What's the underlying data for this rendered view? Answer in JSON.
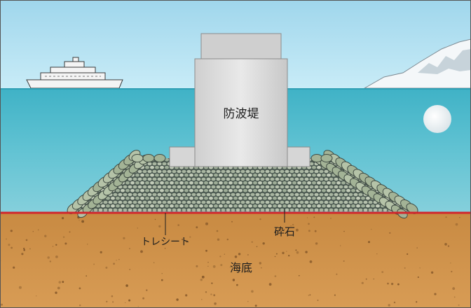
{
  "labels": {
    "breakwater": "防波堤",
    "sheet": "トレシート",
    "crushed_stone": "砕石",
    "seabed": "海底"
  },
  "colors": {
    "sky": "#a9dcef",
    "sea": "#5bbfd0",
    "seabed": "#c98a44",
    "sheet_line": "#d1252b",
    "caisson": "#e3e3e3",
    "armor_stone": "#a8b79a",
    "gravel": "#4d5a52"
  }
}
